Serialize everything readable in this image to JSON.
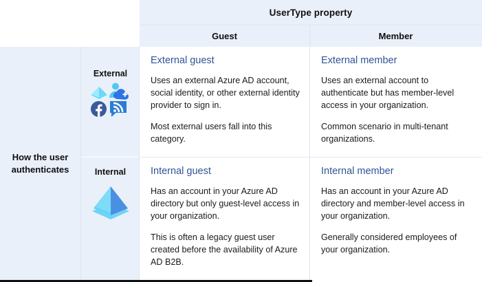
{
  "header": {
    "top_title": "UserType property",
    "columns": [
      "Guest",
      "Member"
    ]
  },
  "side": {
    "label": "How the user authenticates",
    "groups": [
      {
        "label": "External",
        "icons": [
          "azure-ad-icon",
          "microsoft-account-add-icon",
          "facebook-icon",
          "social-identity-icon"
        ]
      },
      {
        "label": "Internal",
        "icons": [
          "azure-ad-icon"
        ]
      }
    ]
  },
  "cells": [
    {
      "title": "External guest",
      "paragraphs": [
        "Uses an external Azure AD account, social identity, or other external identity provider to sign in.",
        "Most external users fall into this category."
      ]
    },
    {
      "title": "External member",
      "paragraphs": [
        "Uses an external account to authenticate but has member-level access in your organization.",
        "Common scenario in multi-tenant organizations."
      ]
    },
    {
      "title": "Internal guest",
      "paragraphs": [
        "Has an account in your Azure AD directory but only guest-level access in your organization.",
        "This is often a legacy guest user created before the availability of Azure AD B2B."
      ]
    },
    {
      "title": "Internal member",
      "paragraphs": [
        "Has an account in your Azure AD directory and member-level access in your organization.",
        "Generally considered employees of your organization."
      ]
    }
  ],
  "colors": {
    "header_bg": "#eaf0f9",
    "title_blue": "#2f5496",
    "azure_light": "#50e6ff",
    "azure_blue": "#3b8aef",
    "facebook_blue": "#3b5998",
    "rss_blue": "#2b7cd3"
  }
}
